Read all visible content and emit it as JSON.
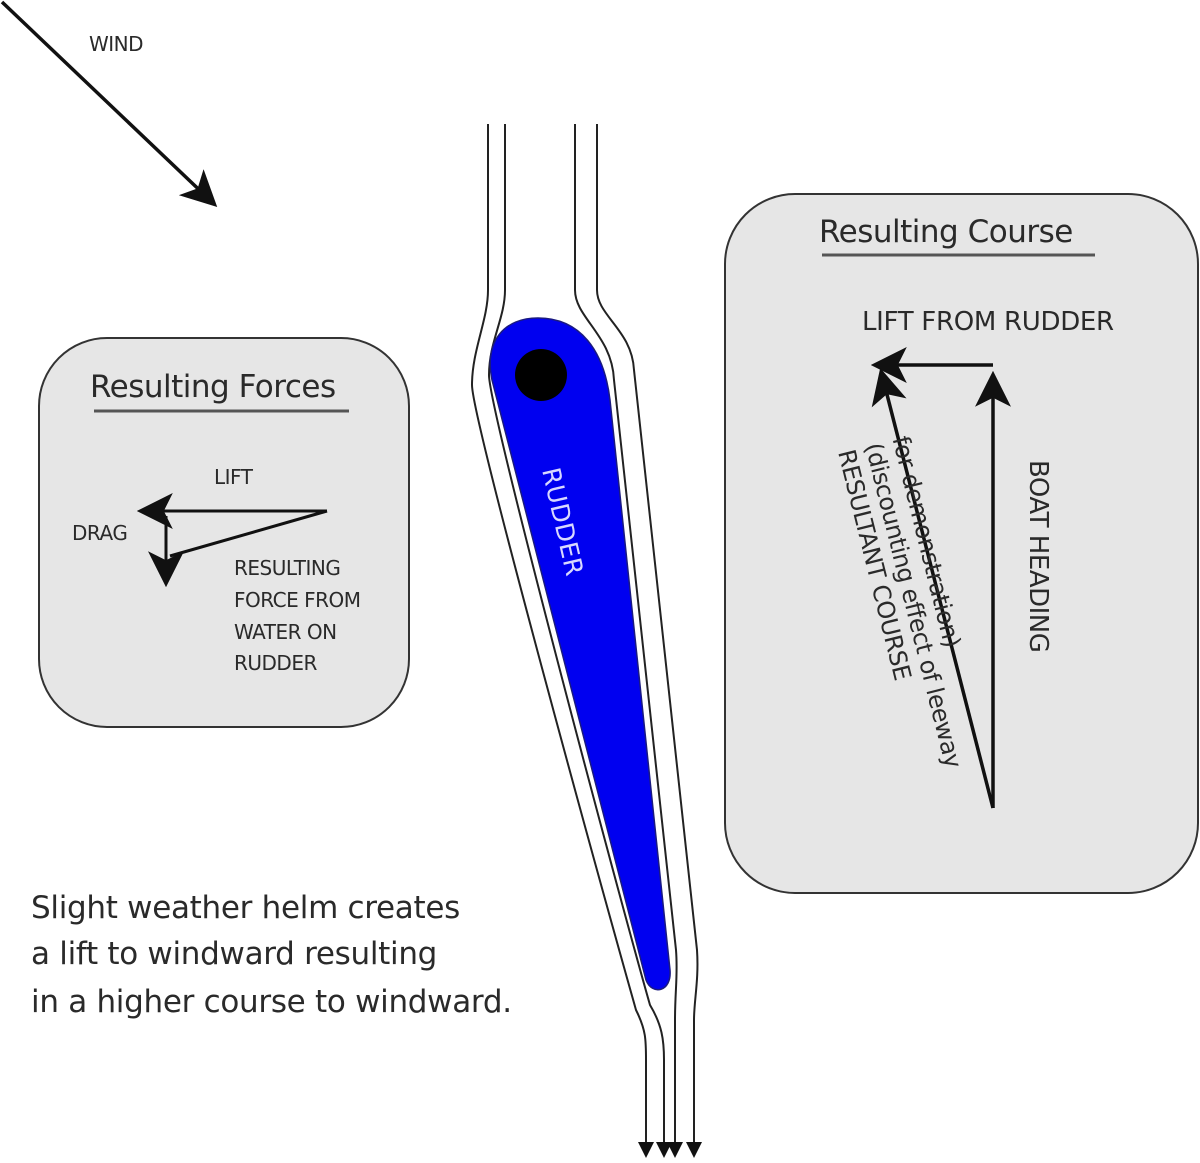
{
  "wind": {
    "label": "WIND"
  },
  "forces_panel": {
    "title": "Resulting Forces",
    "lift_label": "LIFT",
    "drag_label": "DRAG",
    "resultant_lines": [
      "RESULTING",
      "FORCE FROM",
      "WATER ON",
      "RUDDER"
    ]
  },
  "rudder": {
    "label": "RUDDER",
    "color": "#0000f0",
    "pivot_color": "#000000"
  },
  "course_panel": {
    "title": "Resulting Course",
    "lift_label": "LIFT FROM RUDDER",
    "heading_label": "BOAT HEADING",
    "resultant_lines": [
      "RESULTANT COURSE",
      "(discounting effect of leeway",
      "for demonstration)"
    ]
  },
  "caption": {
    "lines": [
      "Slight weather helm creates",
      "a lift to windward resulting",
      "in a higher course to windward."
    ]
  },
  "colors": {
    "panel_fill": "#e6e6e6",
    "panel_stroke": "#333333",
    "ink": "#111111"
  }
}
